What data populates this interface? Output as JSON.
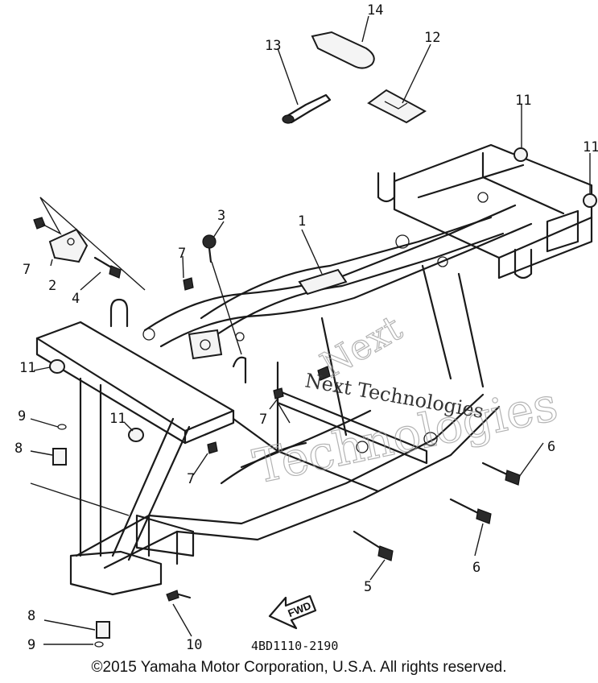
{
  "diagram": {
    "callouts": {
      "c1": "1",
      "c2": "2",
      "c3": "3",
      "c4": "4",
      "c5": "5",
      "c6a": "6",
      "c6b": "6",
      "c7a": "7",
      "c7b": "7",
      "c7c": "7",
      "c7d": "7",
      "c8a": "8",
      "c8b": "8",
      "c9a": "9",
      "c9b": "9",
      "c10": "10",
      "c11a": "11",
      "c11b": "11",
      "c11c": "11",
      "c11d": "11",
      "c12": "12",
      "c13": "13",
      "c14": "14"
    },
    "fwd_label": "FWD",
    "part_number": "4BD1110-2190"
  },
  "watermark": {
    "line_small": "Next Technologies",
    "line_large_1": "Next",
    "line_large_2": "Technologies"
  },
  "copyright": "©2015 Yamaha Motor Corporation, U.S.A. All rights reserved."
}
